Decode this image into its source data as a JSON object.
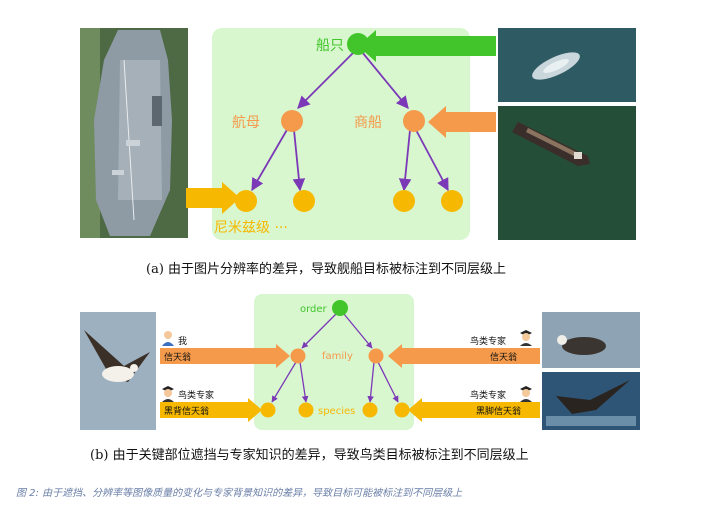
{
  "panel_a": {
    "root_label": "船只",
    "mid_labels": [
      "航母",
      "商船"
    ],
    "bottom_label": "尼米兹级 ···",
    "caption": "(a)  由于图片分辨率的差异，导致舰船目标被标注到不同层级上"
  },
  "panel_b": {
    "levels": [
      "order",
      "family",
      "species"
    ],
    "left_top_person": "我",
    "left_top_tag": "信天翁",
    "left_bottom_person": "鸟类专家",
    "left_bottom_tag": "黑背信天翁",
    "right_top_person": "鸟类专家",
    "right_top_tag": "信天翁",
    "right_bottom_person": "鸟类专家",
    "right_bottom_tag": "黑脚信天翁",
    "caption": "(b)  由于关键部位遮挡与专家知识的差异，导致鸟类目标被标注到不同层级上"
  },
  "figure_caption": "图 2: 由于遮挡、分辨率等图像质量的变化与专家背景知识的差异，导致目标可能被标注到不同层级上",
  "colors": {
    "panel_bg": "#d8f7cf",
    "root_node": "#41c52a",
    "mid_node": "#f59a4a",
    "leaf_node": "#f6b800",
    "edge": "#7b39b7",
    "orange_arrow": "#f59a4a",
    "yellow_arrow": "#f6b800",
    "green_arrow": "#41c52a"
  }
}
